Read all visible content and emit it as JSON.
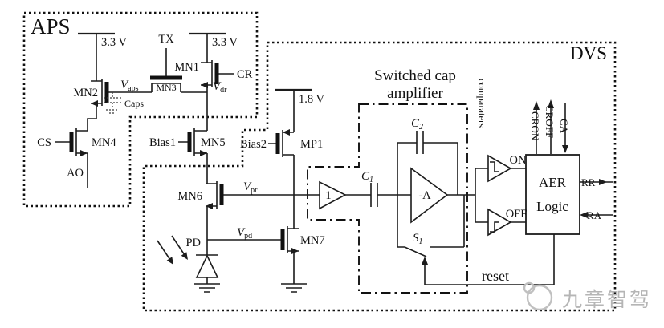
{
  "regions": {
    "aps": "APS",
    "dvs": "DVS",
    "swcap_line1": "Switched cap",
    "swcap_line2": "amplifier",
    "comparators": "comparaters"
  },
  "supplies": {
    "vdd_left": "3.3 V",
    "vdd_right": "3.3 V",
    "vdd_dvs": "1.8 V"
  },
  "transistors": {
    "mn1": "MN1",
    "mn2": "MN2",
    "mn3": "MN3",
    "mn4": "MN4",
    "mn5": "MN5",
    "mn6": "MN6",
    "mn7": "MN7",
    "mp1": "MP1"
  },
  "signals": {
    "tx": "TX",
    "cr": "CR",
    "cs": "CS",
    "ao": "AO",
    "bias1": "Bias1",
    "bias2": "Bias2",
    "pd": "PD",
    "on": "ON",
    "off": "OFF",
    "reset": "reset"
  },
  "nodes": {
    "vaps": {
      "main": "V",
      "sub": "aps"
    },
    "vdr": {
      "main": "V",
      "sub": "dr"
    },
    "vpr": {
      "main": "V",
      "sub": "pr"
    },
    "vpd": {
      "main": "V",
      "sub": "pd"
    },
    "caps": "Caps",
    "c1": {
      "main": "C",
      "sub": "1"
    },
    "c2": {
      "main": "C",
      "sub": "2"
    },
    "s1": {
      "main": "S",
      "sub": "1"
    }
  },
  "amplifiers": {
    "buffer_gain": "1",
    "amp_gain": "-A"
  },
  "aer": {
    "line1": "AER",
    "line2": "Logic",
    "rr": "RR",
    "ra": "RA",
    "cron": "CRON",
    "croff": "CROFF",
    "ca": "CA"
  },
  "watermark": {
    "text": "九章智驾"
  }
}
